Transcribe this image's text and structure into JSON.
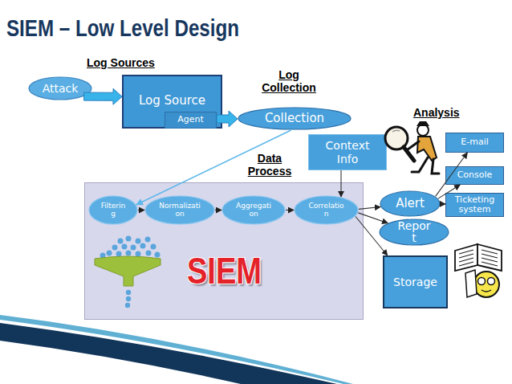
{
  "diagram": {
    "title": "SIEM – Low Level Design",
    "nodes": [
      {
        "text": [
          "Attack"
        ]
      },
      {
        "text": [
          "Log Source"
        ]
      },
      {
        "text": [
          "Agent"
        ],
        "in": 1
      },
      {
        "text": [
          "Collection"
        ]
      },
      {
        "text": [
          "Context Info"
        ]
      },
      {
        "text": [
          "SIEM"
        ]
      },
      {
        "text": [
          "Filterin g"
        ],
        "in": 5
      },
      {
        "text": [
          "Normalizati on"
        ],
        "in": 5
      },
      {
        "text": [
          "Aggregati on"
        ],
        "in": 5
      },
      {
        "text": [
          "Correlatio n"
        ],
        "in": 5
      },
      {
        "text": [
          "Alert"
        ]
      },
      {
        "text": [
          "E-mail"
        ]
      },
      {
        "text": [
          "Console"
        ]
      },
      {
        "text": [
          "Ticketing system"
        ]
      },
      {
        "text": [
          "Repor t"
        ]
      },
      {
        "text": [
          "Storage"
        ]
      }
    ],
    "edges": [
      {
        "from": 0,
        "to": 1,
        "arrow": "to"
      },
      {
        "from": 2,
        "to": 3,
        "arrow": "to"
      },
      {
        "from": 3,
        "to": 6,
        "arrow": "to"
      },
      {
        "from": 6,
        "to": 7,
        "arrow": "to"
      },
      {
        "from": 7,
        "to": 8,
        "arrow": "to"
      },
      {
        "from": 8,
        "to": 9,
        "arrow": "to"
      },
      {
        "from": 4,
        "to": 9,
        "arrow": "to"
      },
      {
        "from": 9,
        "to": 10,
        "arrow": "to"
      },
      {
        "from": 9,
        "to": 14,
        "arrow": "to"
      },
      {
        "from": 9,
        "to": 15,
        "arrow": "to"
      },
      {
        "from": 10,
        "to": 11,
        "arrow": "to"
      },
      {
        "from": 10,
        "to": 12,
        "arrow": "to"
      },
      {
        "from": 10,
        "to": 13,
        "arrow": "to"
      }
    ],
    "labels": [
      "Log Sources",
      "Log Collection",
      "Analysis",
      "Data Process"
    ]
  }
}
